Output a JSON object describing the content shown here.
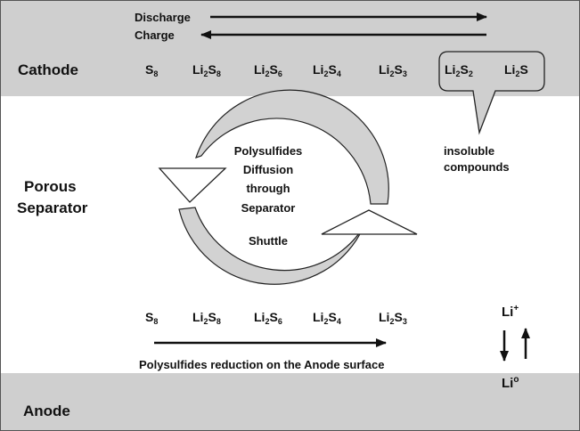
{
  "labels": {
    "discharge": "Discharge",
    "charge": "Charge",
    "cathode": "Cathode",
    "porous": "Porous",
    "separator": "Separator",
    "anode": "Anode",
    "insoluble_line1": "insoluble",
    "insoluble_line2": "compounds",
    "center_lines": [
      "Polysulfides",
      "Diffusion",
      "through",
      "Separator"
    ],
    "shuttle": "Shuttle",
    "reduction": "Polysulfides reduction on the Anode surface",
    "li_plus": "Li",
    "li_plus_sup": "+",
    "li_zero": "Li",
    "li_zero_sup": "o"
  },
  "cathode_species": [
    {
      "base": "S",
      "sub1": "8",
      "mid": "",
      "sub2": ""
    },
    {
      "base": "Li",
      "sub1": "2",
      "mid": "S",
      "sub2": "8"
    },
    {
      "base": "Li",
      "sub1": "2",
      "mid": "S",
      "sub2": "6"
    },
    {
      "base": "Li",
      "sub1": "2",
      "mid": "S",
      "sub2": "4"
    },
    {
      "base": "Li",
      "sub1": "2",
      "mid": "S",
      "sub2": "3"
    },
    {
      "base": "Li",
      "sub1": "2",
      "mid": "S",
      "sub2": "2"
    },
    {
      "base": "Li",
      "sub1": "2",
      "mid": "S",
      "sub2": ""
    }
  ],
  "anode_species": [
    {
      "base": "S",
      "sub1": "8",
      "mid": "",
      "sub2": ""
    },
    {
      "base": "Li",
      "sub1": "2",
      "mid": "S",
      "sub2": "8"
    },
    {
      "base": "Li",
      "sub1": "2",
      "mid": "S",
      "sub2": "6"
    },
    {
      "base": "Li",
      "sub1": "2",
      "mid": "S",
      "sub2": "4"
    },
    {
      "base": "Li",
      "sub1": "2",
      "mid": "S",
      "sub2": "3"
    }
  ],
  "colors": {
    "band": "#cfcfcf",
    "arrow_fill": "#d2d2d2",
    "ink": "#111111"
  }
}
